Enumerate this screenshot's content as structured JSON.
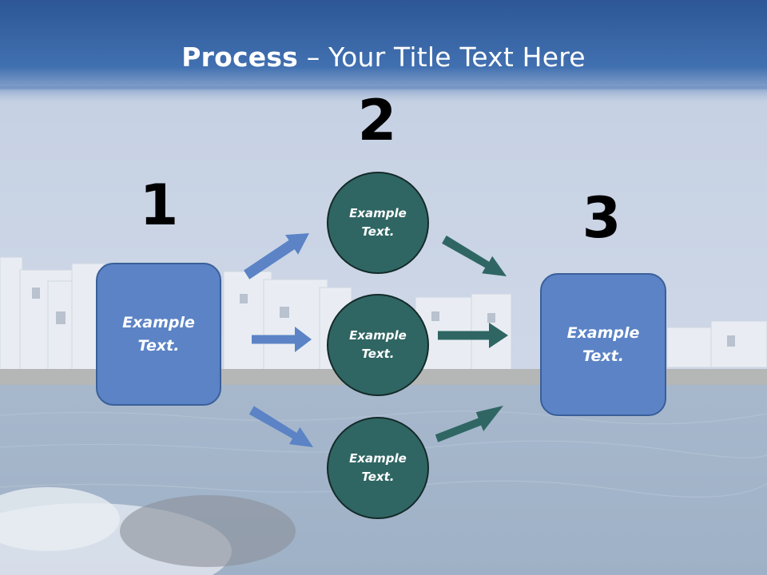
{
  "title": {
    "bold": "Process",
    "rest": " – Your Title Text Here"
  },
  "steps": {
    "one": "1",
    "two": "2",
    "three": "3"
  },
  "nodes": {
    "left_box": "Example\nText.",
    "circle_top": "Example\nText.",
    "circle_middle": "Example\nText.",
    "circle_bottom": "Example\nText.",
    "right_box": "Example\nText."
  },
  "colors": {
    "box_fill": "#5b83c6",
    "circle_fill": "#2f6663",
    "left_arrows": "#5b83c6",
    "right_arrows": "#2f6663",
    "header": "#3e6aa8"
  }
}
